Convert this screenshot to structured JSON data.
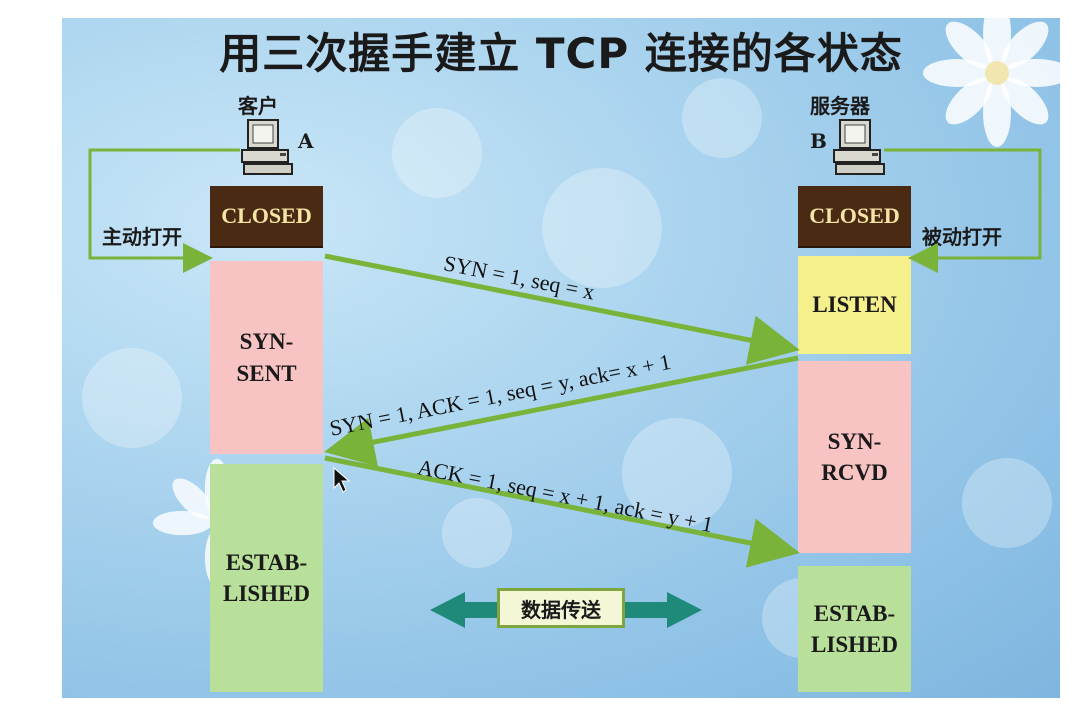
{
  "title": "用三次握手建立 TCP 连接的各状态",
  "client": {
    "name": "客户",
    "letter": "A",
    "open_label": "主动打开",
    "states": [
      "CLOSED",
      "SYN-\nSENT",
      "ESTAB-\nLISHED"
    ]
  },
  "server": {
    "name": "服务器",
    "letter": "B",
    "open_label": "被动打开",
    "states": [
      "CLOSED",
      "LISTEN",
      "SYN-\nRCVD",
      "ESTAB-\nLISHED"
    ]
  },
  "messages": [
    "SYN = 1, seq = x",
    "SYN = 1, ACK = 1, seq = y, ack= x + 1",
    "ACK = 1, seq = x + 1, ack = y + 1"
  ],
  "data_transfer": "数据传送",
  "colors": {
    "arrow": "#79b33a",
    "data_arrow": "#1f8a7a",
    "closed_bg": "#4a2a12",
    "closed_text": "#f5e6a8",
    "syn_state": "#f7c3c3",
    "established": "#b9e09a",
    "listen": "#f5f08c"
  }
}
